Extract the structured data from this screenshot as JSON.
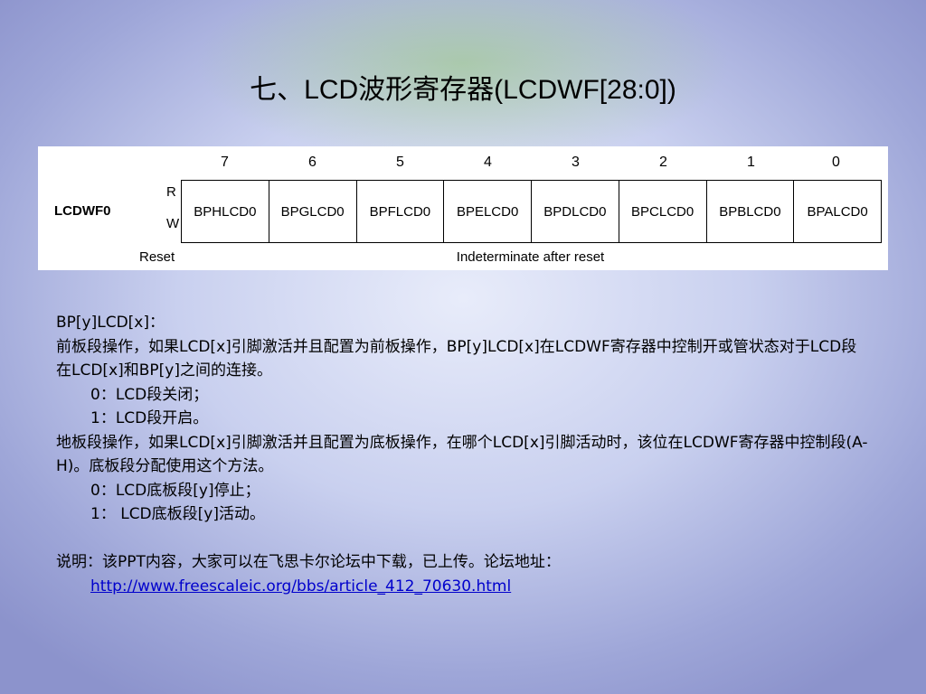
{
  "title": "七、LCD波形寄存器(LCDWF[28:0])",
  "register": {
    "name": "LCDWF0",
    "r_label": "R",
    "w_label": "W",
    "bit_numbers": [
      "7",
      "6",
      "5",
      "4",
      "3",
      "2",
      "1",
      "0"
    ],
    "fields": [
      "BPHLCD0",
      "BPGLCD0",
      "BPFLCD0",
      "BPELCD0",
      "BPDLCD0",
      "BPCLCD0",
      "BPBLCD0",
      "BPALCD0"
    ],
    "reset_label": "Reset",
    "reset_value": "Indeterminate after reset"
  },
  "body": {
    "heading": "BP[y]LCD[x]：",
    "para1": "前板段操作，如果LCD[x]引脚激活并且配置为前板操作，BP[y]LCD[x]在LCDWF寄存器中控制开或管状态对于LCD段在LCD[x]和BP[y]之间的连接。",
    "fp0": "0：LCD段关闭；",
    "fp1": "1：LCD段开启。",
    "para2": "地板段操作，如果LCD[x]引脚激活并且配置为底板操作，在哪个LCD[x]引脚活动时，该位在LCDWF寄存器中控制段(A-H)。底板段分配使用这个方法。",
    "bp0": "0：LCD底板段[y]停止；",
    "bp1": "1： LCD底板段[y]活动。",
    "note": "说明：该PPT内容，大家可以在飞思卡尔论坛中下载，已上传。论坛地址：",
    "link": "http://www.freescaleic.org/bbs/article_412_70630.html"
  }
}
